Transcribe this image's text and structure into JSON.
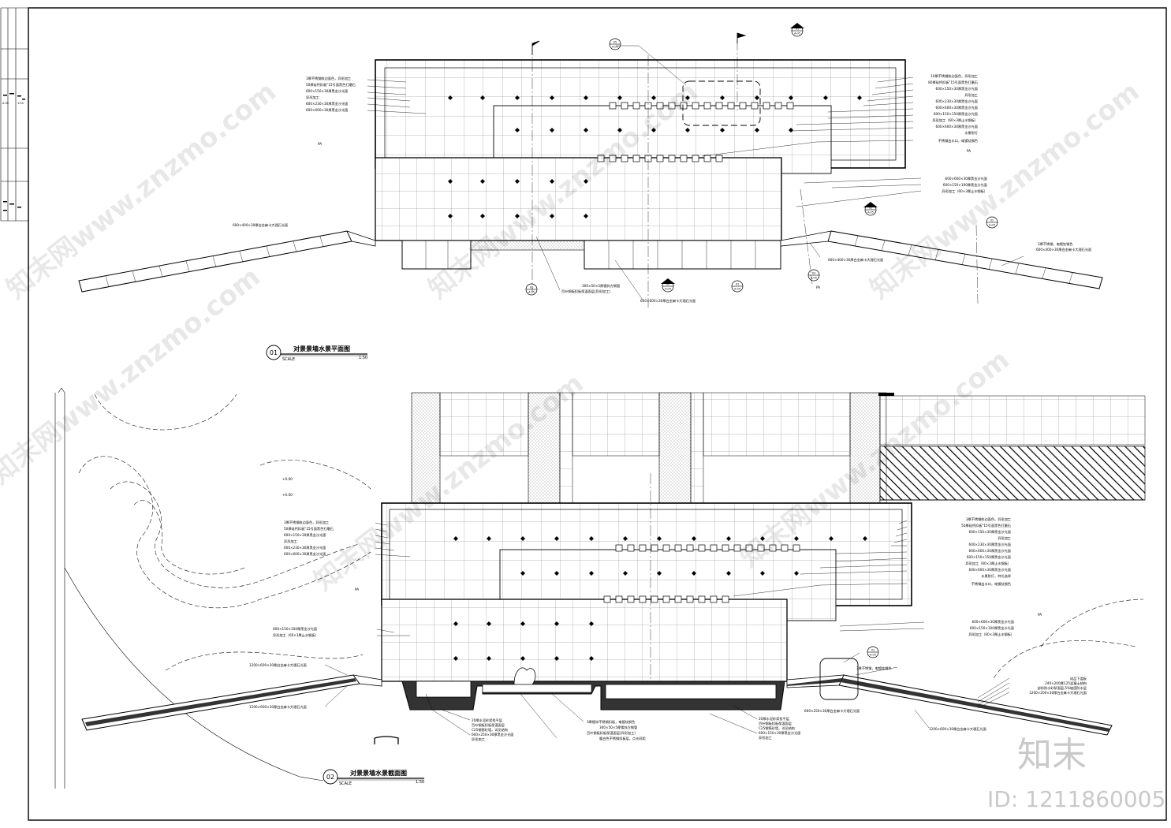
{
  "drawings": [
    {
      "number": "01",
      "title": "对景景墙水景平面图",
      "scale_label": "SCALE",
      "scale": "1:50"
    },
    {
      "number": "02",
      "title": "对景景墙水景截面图",
      "scale_label": "SCALE",
      "scale": "1:50"
    }
  ],
  "plan_notes_left": [
    "3厚不锈钢收边面色，异形加工",
    "50厚硅钙扣板\"15号面黑色打磨石",
    "600×150×30厚黑金沙光面",
    "异形加工",
    "600×230×30厚黑金沙光面",
    "600×600×30厚黑金沙光面"
  ],
  "plan_notes_right": [
    "10厚不锈钢收边面色，异形加工",
    "80厚硅钙扣板\"15号面黑色打磨石",
    "600×150×30厚黑金沙光面",
    "异形加工",
    "600×230×30厚黑金沙光面",
    "600×600×30厚黑金沙光面",
    "600×150×150厚黑金沙光面",
    "异形加工（60×3厚止水钢板）",
    "600×600×30厚黑金沙光面",
    "水景射灯",
    "不锈钢出水口，电镀钛钢色"
  ],
  "plan_notes_right2": [
    "600×600×30厚黑金沙光面",
    "600×150×100厚黑金沙光面",
    "异形加工（60×3厚止水钢板）"
  ],
  "plan_wing_notes": [
    "600×400×30厚白金麻卡大理石光面",
    "3厚不锈钢，电镀钛钢色",
    "600×400×30厚白金麻卡大理石光面",
    "600×400×30厚白金麻卡大理石光面"
  ],
  "plan_bottom_notes": [
    "300×50×5厚镀锌方钢管",
    "百叶钢板扣板保温面层(异形加工)",
    "600×600×30厚白金麻卡大理石光面"
  ],
  "section_notes_left": [
    "3厚不锈钢收边面色，异形加工",
    "50厚硅钙扣板\"15号面黑色打磨石",
    "600×150×30厚黑金沙光面",
    "异形加工",
    "600×230×30厚黑金沙光面",
    "600×600×30厚黑金沙光面"
  ],
  "section_notes_left2": [
    "600×150×100厚黑金沙光面",
    "异形加工（60×3厚止水钢板）"
  ],
  "section_notes_right": [
    "3厚不锈钢收边面色，异形加工",
    "50厚硅钙扣板\"15号面黑色打磨石",
    "600×150×30厚黑金沙光面",
    "异形加工",
    "600×230×30厚黑金沙光面",
    "600×600×30厚黑金沙光面",
    "600×150×150厚黑金沙光面",
    "异形加工（60×3厚止水钢板）",
    "600×600×30厚黑金沙光面",
    "水景射灯，特光选择",
    "不锈钢出水口，电镀钛钢色"
  ],
  "section_notes_right2": [
    "600×600×30厚黑金沙光面",
    "600×150×100厚黑金沙光面",
    "异形加工（60×3厚止水钢板）"
  ],
  "section_wing_notes": [
    "1200×600×30厚白金麻卡大理石光面",
    "1200×600×30厚白金麻卡大理石光面",
    "3厚不锈钢，电镀钛钢色",
    "600×250×30厚白金麻卡大理石光面",
    "1200×600×30厚白金麻卡大理石光面"
  ],
  "section_side_notes": [
    "成品下盖板",
    "240×200厚C25混凝土结构",
    "部份防水砂浆面层,5%坡度防水层",
    "1200×200×30厚白金麻卡大理石光面"
  ],
  "section_bottom_notes_left": [
    "20厚水泥砂浆找平层",
    "百叶钢板扣板保温面层",
    "C25钢筋砼墙，详见结构",
    "600×250×30厚黑金沙光面",
    "异形加工"
  ],
  "section_bottom_notes_mid": [
    "3厚镀锌不锈钢扣板，电镀钛钢色",
    "300×50×5厚镀锌方钢管",
    "百叶钢板扣板保温面层(异形加工)",
    "暖白色不锈钢扣板层，点光间距"
  ],
  "section_bottom_notes_right": [
    "20厚水泥砂浆找平层",
    "百叶钢板扣板保温面层",
    "C25钢筋砼墙，详见结构",
    "600×150×30厚黑金沙光面",
    "异形加工"
  ],
  "section_refs": [
    {
      "top": "01",
      "bottom": "A-05"
    },
    {
      "top": "02",
      "bottom": "A-05"
    },
    {
      "top": "01",
      "bottom": "A-05"
    },
    {
      "top": "02",
      "bottom": "A-05"
    },
    {
      "top": "01",
      "bottom": "A-05"
    },
    {
      "top": "02",
      "bottom": "A-05"
    },
    {
      "top": "05",
      "bottom": "A-05"
    },
    {
      "top": "01",
      "bottom": "A-05"
    },
    {
      "top": "01",
      "bottom": "A-05"
    },
    {
      "top": "03",
      "bottom": "A-05"
    }
  ],
  "pa_label": "PA",
  "contour_labels": [
    "+0.00",
    "+0.00"
  ],
  "watermark_text": "知末网www.znzmo.com",
  "brand_text": "知末",
  "id_text": "ID: 1211860005",
  "title_block_labels": [
    "A-05",
    "1:50"
  ]
}
